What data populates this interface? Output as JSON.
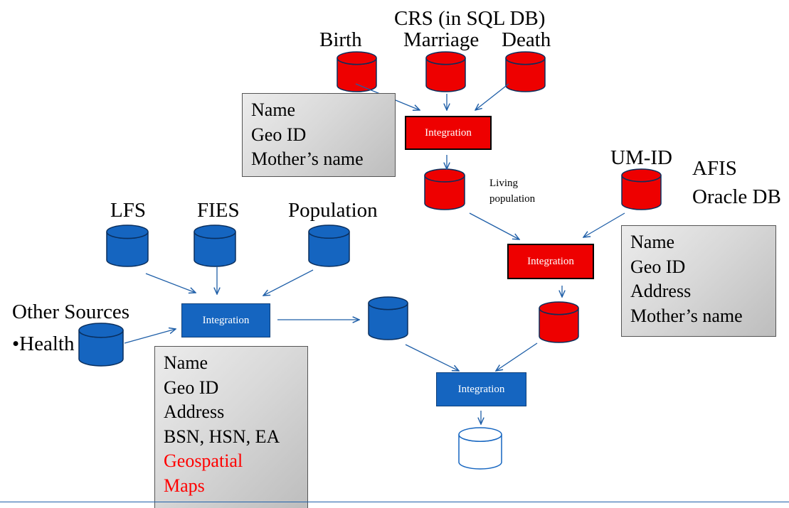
{
  "crs": {
    "title": "CRS (in SQL DB)",
    "birth": "Birth",
    "marriage": "Marriage",
    "death": "Death"
  },
  "crs_fields": [
    "Name",
    "Geo ID",
    "Mother’s name"
  ],
  "integration_label": "Integration",
  "living_population": [
    "Living",
    "population"
  ],
  "afis": {
    "umid": "UM-ID",
    "title": "AFIS",
    "subtitle": "Oracle DB",
    "fields": [
      "Name",
      "Geo ID",
      "Address",
      "Mother’s name"
    ]
  },
  "survey_sources": {
    "lfs": "LFS",
    "fies": "FIES",
    "population": "Population"
  },
  "other_sources": {
    "title": "Other Sources",
    "health": "•Health"
  },
  "survey_fields": [
    "Name",
    "Geo ID",
    "Address",
    "BSN, HSN, EA"
  ],
  "survey_fields_highlight": [
    "Geospatial",
    "Maps"
  ],
  "colors": {
    "red_db": "#ee0000",
    "blue_db": "#1565c0",
    "arrow": "#1f5fa8",
    "highlight_text": "#ff0000"
  }
}
